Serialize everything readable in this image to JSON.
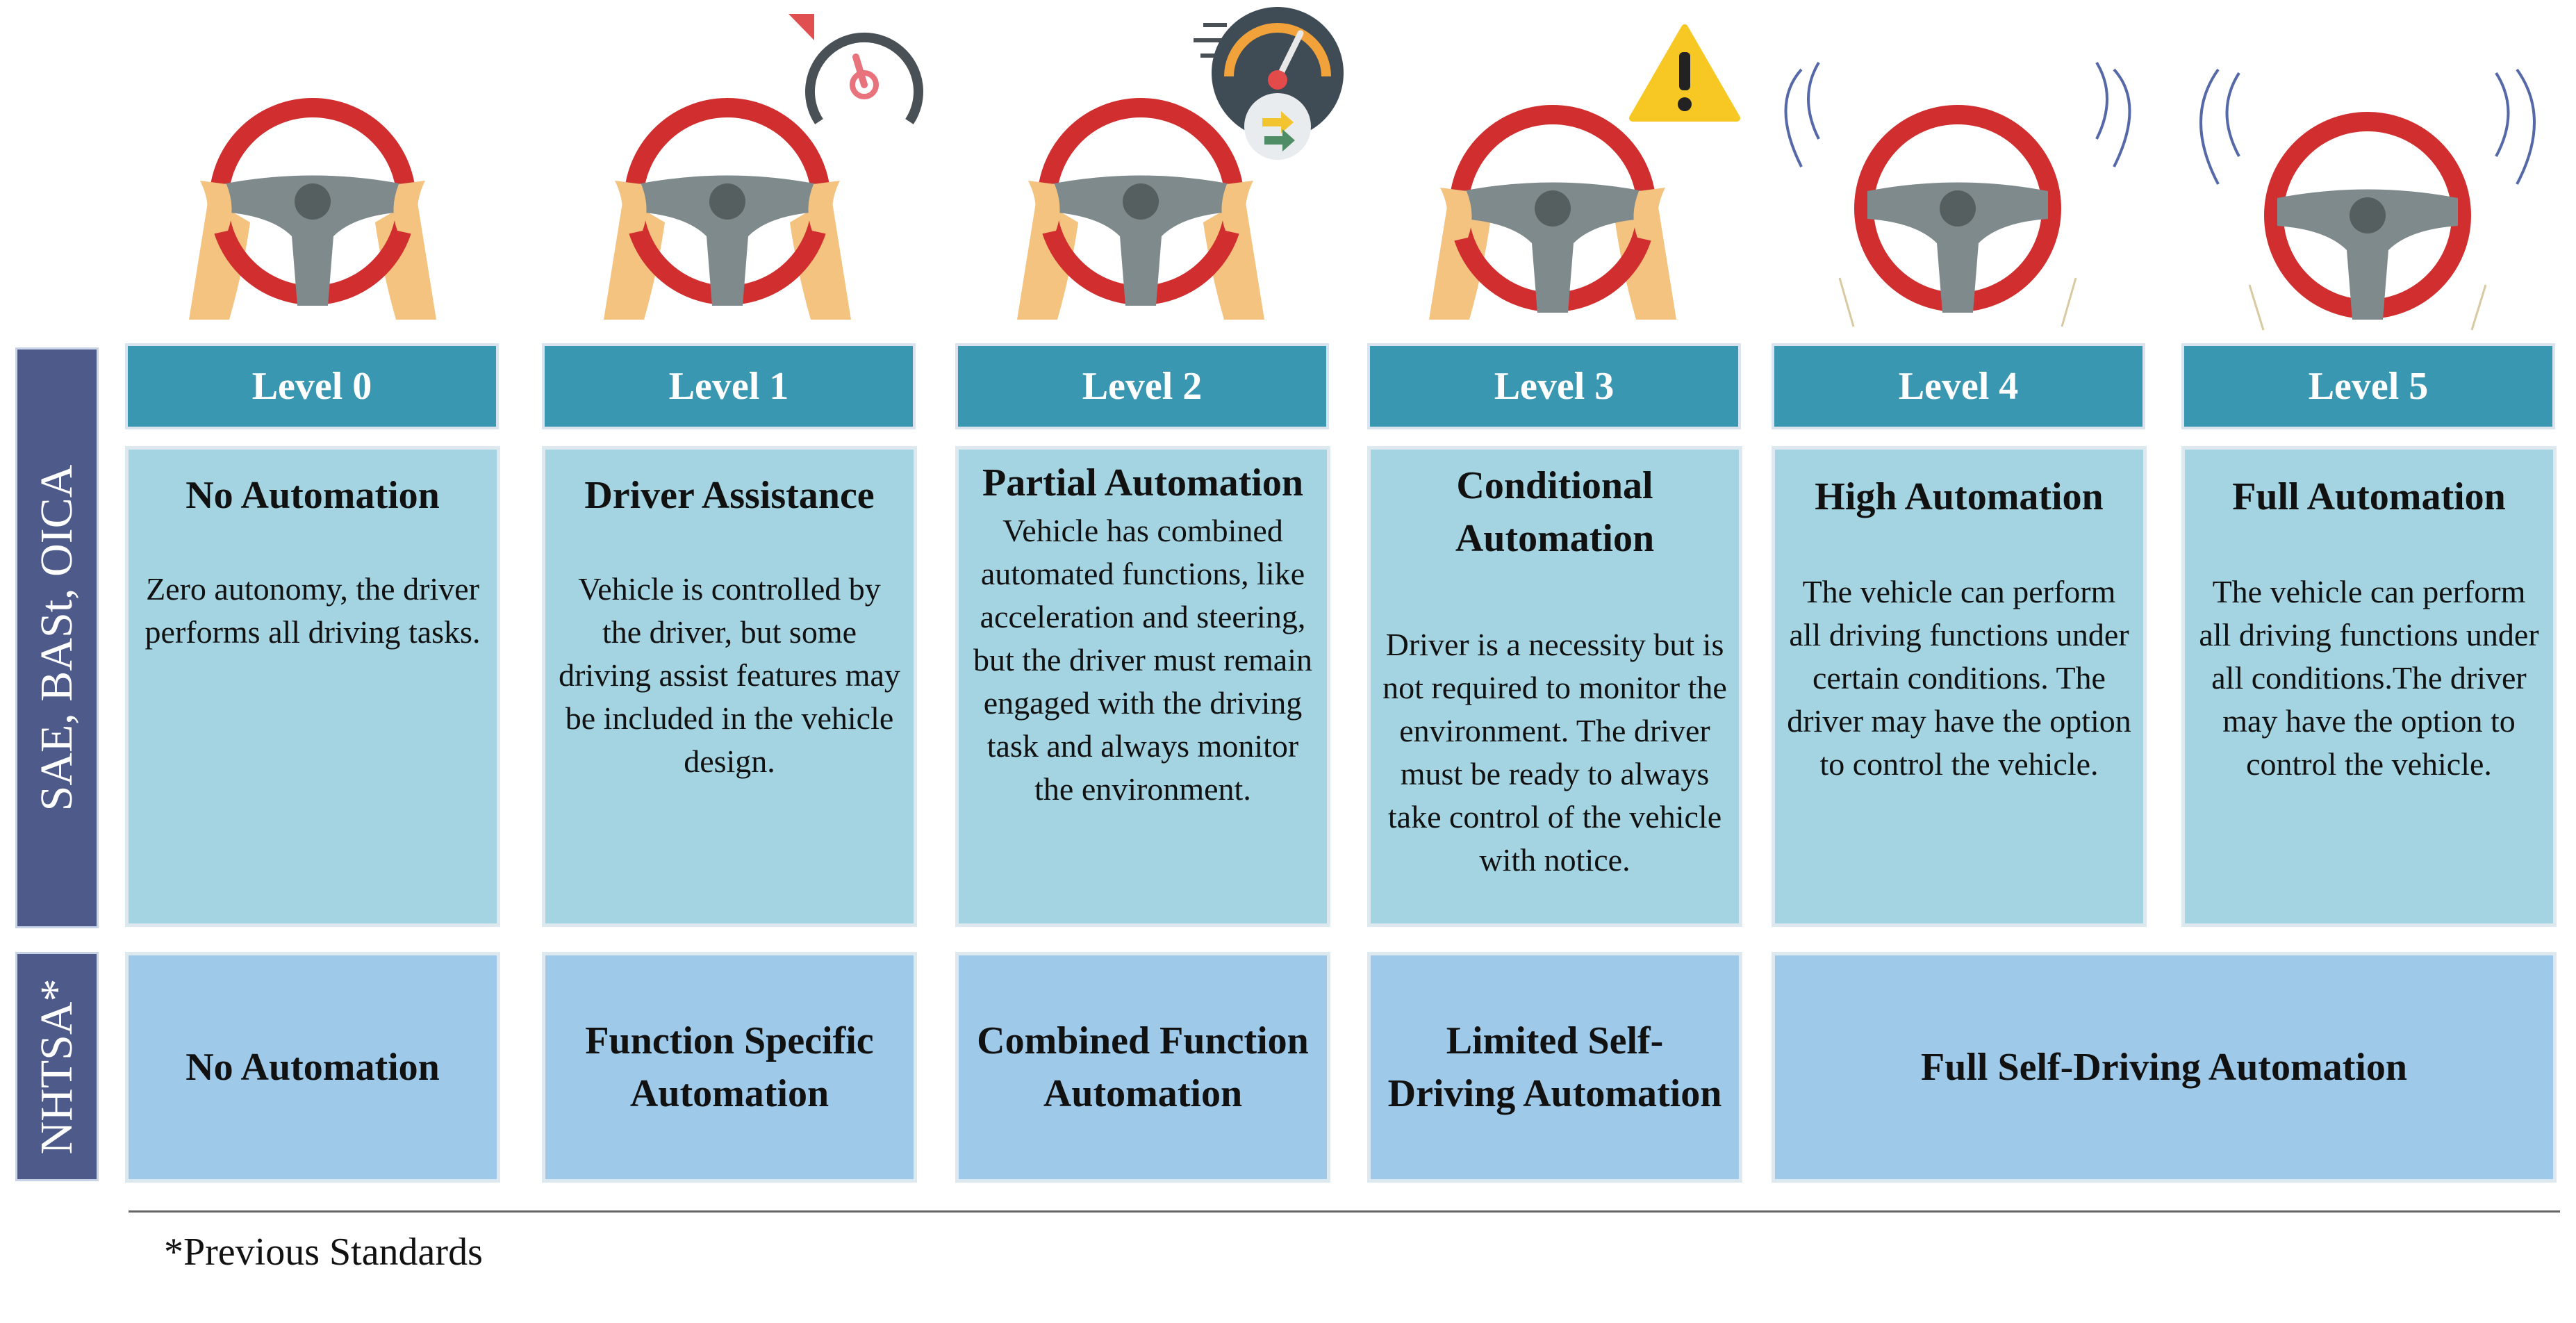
{
  "side_labels": {
    "top": "SAE, BASt, OICA",
    "bottom": "NHTSA*"
  },
  "levels": [
    {
      "header": "Level 0",
      "title": "No Automation",
      "description": "Zero autonomy, the driver performs all driving tasks.",
      "icon": "steering-wheel-hands-icon"
    },
    {
      "header": "Level 1",
      "title": "Driver Assistance",
      "description": "Vehicle is controlled by the driver, but some driving assist features may be included in the vehicle design.",
      "icon": "steering-wheel-hands-speedometer-icon"
    },
    {
      "header": "Level 2",
      "title": "Partial Automation",
      "description": "Vehicle has combined automated functions, like acceleration and steering, but the driver must remain engaged with the driving task and always monitor the environment.",
      "icon": "steering-wheel-hands-gauge-icon"
    },
    {
      "header": "Level 3",
      "title": "Conditional Automation",
      "description": "Driver is a necessity but is not required to monitor the environment. The driver must be ready to always take control of the vehicle with notice.",
      "icon": "steering-wheel-hands-warning-icon"
    },
    {
      "header": "Level 4",
      "title": "High Automation",
      "description": "The vehicle can perform all driving functions under certain conditions. The driver may have the option to control the vehicle.",
      "icon": "steering-wheel-no-hands-icon"
    },
    {
      "header": "Level 5",
      "title": "Full Automation",
      "description": "The vehicle can perform all driving functions under all conditions.The driver may have the option to control the vehicle.",
      "icon": "steering-wheel-no-hands-icon"
    }
  ],
  "nhtsa": [
    "No Automation",
    "Function Specific Automation",
    "Combined Function Automation",
    "Limited Self-Driving Automation",
    "Full Self-Driving Automation"
  ],
  "footnote": "*Previous Standards",
  "colors": {
    "side_label": "#4d5a8a",
    "level_header": "#3a97b2",
    "sae_card": "#a4d4e1",
    "nhtsa_card": "#9fc9e8",
    "wheel_rim": "#d12f2f",
    "wheel_spokes": "#7f8a8c",
    "hands": "#f4c37f",
    "warning": "#f7c824"
  }
}
